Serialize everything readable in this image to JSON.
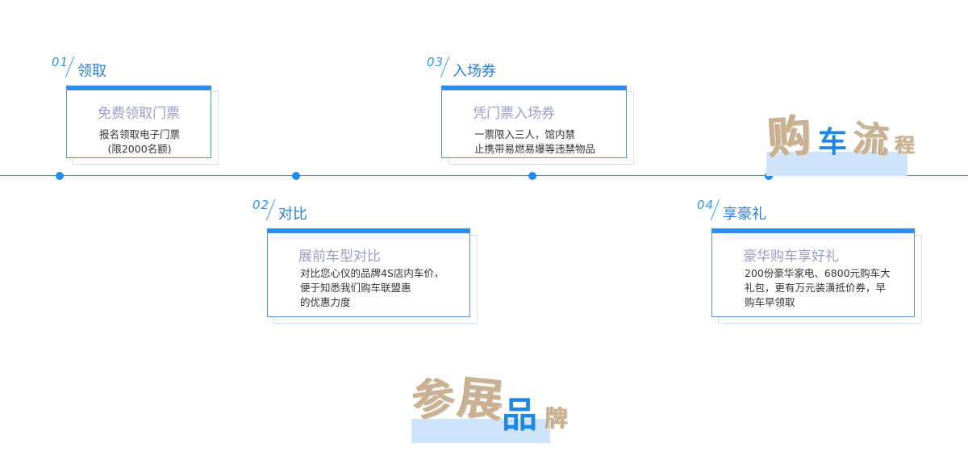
{
  "steps": [
    {
      "num": "01",
      "title": "领取",
      "card_title": "免费领取门票",
      "lines": [
        "报名领取电子门票",
        "(限2000名额)"
      ]
    },
    {
      "num": "02",
      "title": "对比",
      "card_title": "展前车型对比",
      "lines": [
        "对比您心仪的品牌4S店内车价，",
        "便于知悉我们购车联盟惠",
        "的优惠力度"
      ]
    },
    {
      "num": "03",
      "title": "入场券",
      "card_title": "凭门票入场券",
      "lines": [
        "一票限入三人，馆内禁",
        "止携带易燃易爆等违禁物品"
      ]
    },
    {
      "num": "04",
      "title": "享豪礼",
      "card_title": "豪华购车享好礼",
      "lines": [
        "200份豪华家电、6800元购车大",
        "礼包，更有万元装潢抵价券，早",
        "购车早领取"
      ]
    }
  ],
  "headings": {
    "process": [
      "购",
      "车",
      "流",
      "程"
    ],
    "brands": [
      "参",
      "展",
      "品",
      "牌"
    ]
  },
  "colors": {
    "accent": "#2b8ef0",
    "line": "#5a7fd6",
    "card_title": "#9a9ec6",
    "heading_bg": "#cfe4f8",
    "gold": "#c9b293"
  }
}
